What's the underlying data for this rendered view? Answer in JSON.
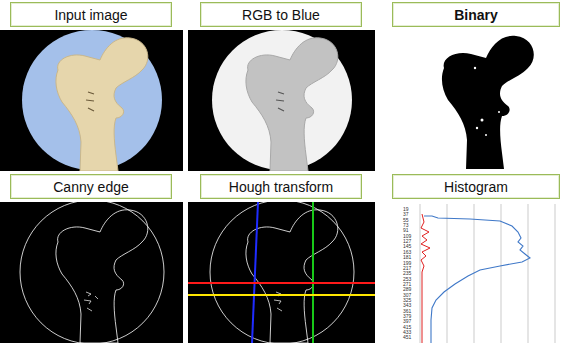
{
  "diagram": {
    "nodes": [
      {
        "text": [
          "Input image"
        ]
      },
      {
        "text": [
          "RGB to Blue"
        ]
      },
      {
        "text": [
          "Binary"
        ]
      },
      {
        "text": [
          "Canny edge"
        ]
      },
      {
        "text": [
          "Hough transform"
        ]
      },
      {
        "text": [
          "Histogram"
        ]
      }
    ],
    "labels": [
      "19",
      "37",
      "55",
      "73",
      "91",
      "109",
      "127",
      "145",
      "163",
      "181",
      "199",
      "217",
      "235",
      "253",
      "271",
      "289",
      "307",
      "325",
      "343",
      "361",
      "379",
      "397",
      "415",
      "433",
      "451"
    ]
  }
}
